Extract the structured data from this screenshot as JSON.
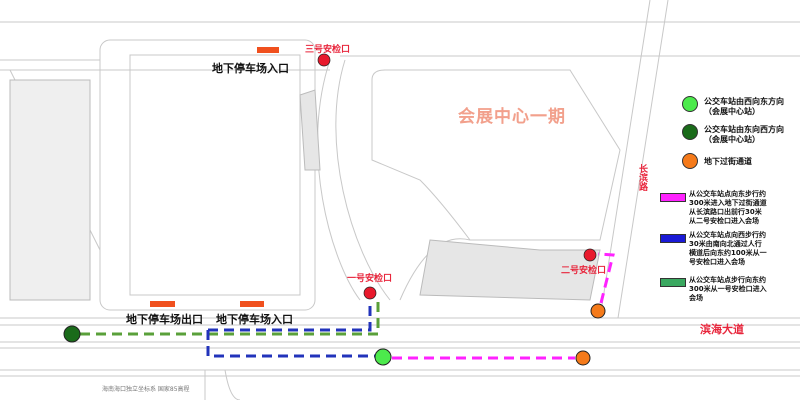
{
  "labels": {
    "parking_entrance_north": "地下停车场入口",
    "parking_exit_south": "地下停车场出口",
    "parking_entrance_south": "地下停车场入口",
    "checkpoint_3": "三号安检口",
    "checkpoint_1": "一号安检口",
    "checkpoint_2": "二号安检口",
    "venue": "会展中心一期",
    "road_changbin": "长滨路",
    "road_binhai": "滨海大道",
    "coordinate_note": "海南海口独立坐标系  国家85高程"
  },
  "legend": [
    {
      "icon": "circle",
      "color": "#4cea4c",
      "text": "公交车站由西向东方向（会展中心站）"
    },
    {
      "icon": "circle",
      "color": "#1a6b1a",
      "text": "公交车站由东向西方向（会展中心站）"
    },
    {
      "icon": "circle",
      "color": "#f57a1a",
      "text": "地下过街通道"
    },
    {
      "icon": "bar",
      "color": "#ff22ff",
      "text": "从公交车站点向东步行约300米进入地下过街通道从长滨路口出前行30米从二号安检口进入会场"
    },
    {
      "icon": "bar",
      "color": "#1a1ad6",
      "text": "从公交车站点向西步行约30米由南向北通过人行横道后向东约100米从一号安检口进入会场"
    },
    {
      "icon": "bar",
      "color": "#3aa860",
      "text": "从公交车站点步行向东约300米从一号安检口进入会场"
    }
  ],
  "colors": {
    "checkpoint": "#e8192c",
    "parking": "#f0501e",
    "route_magenta": "#ff22ff",
    "route_blue": "#2233bb",
    "route_green": "#5aa03a"
  }
}
